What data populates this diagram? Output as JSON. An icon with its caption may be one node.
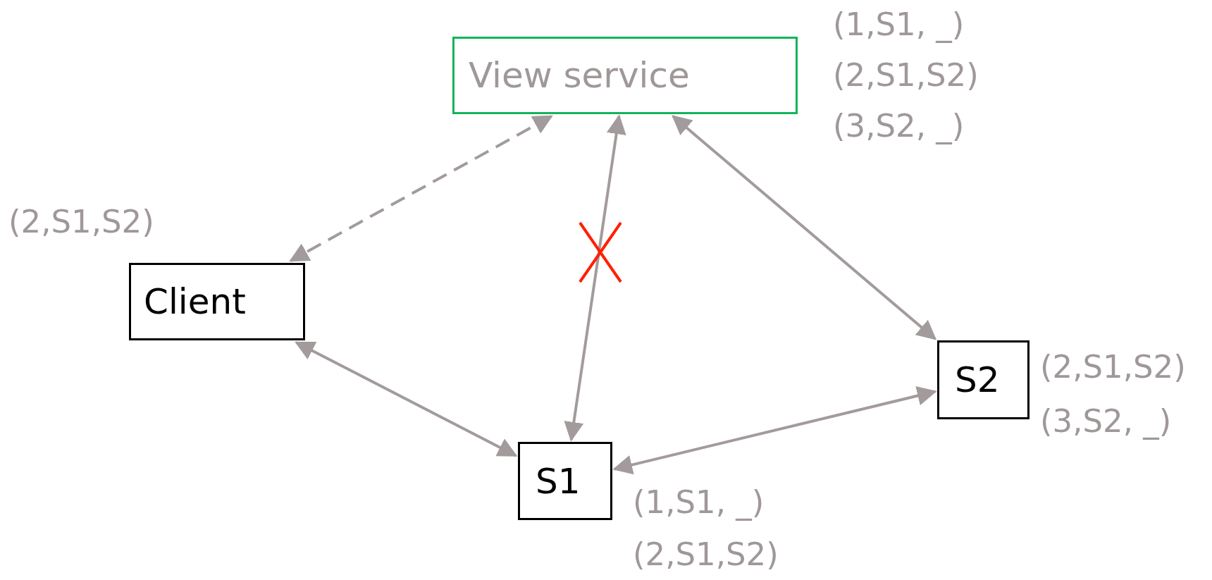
{
  "diagram": {
    "nodes": [
      {
        "text": [
          "View service"
        ],
        "beside": [
          "(1,S1, _)",
          "(2,S1,S2)",
          "(3,S2, _)"
        ]
      },
      {
        "text": [
          "Client"
        ],
        "beside": [
          "(2,S1,S2)"
        ]
      },
      {
        "text": [
          "S1"
        ],
        "beside": [
          "(1,S1, _)",
          "(2,S1,S2)"
        ]
      },
      {
        "text": [
          "S2"
        ],
        "beside": [
          "(2,S1,S2)",
          "(3,S2, _)"
        ]
      }
    ],
    "edges": [
      {
        "from": 0,
        "to": 1,
        "arrow": "both",
        "style": "dashed"
      },
      {
        "from": 0,
        "to": 2,
        "arrow": "both"
      },
      {
        "from": 0,
        "to": 3,
        "arrow": "both"
      },
      {
        "from": 1,
        "to": 2,
        "arrow": "both"
      },
      {
        "from": 2,
        "to": 3,
        "arrow": "both"
      }
    ]
  }
}
